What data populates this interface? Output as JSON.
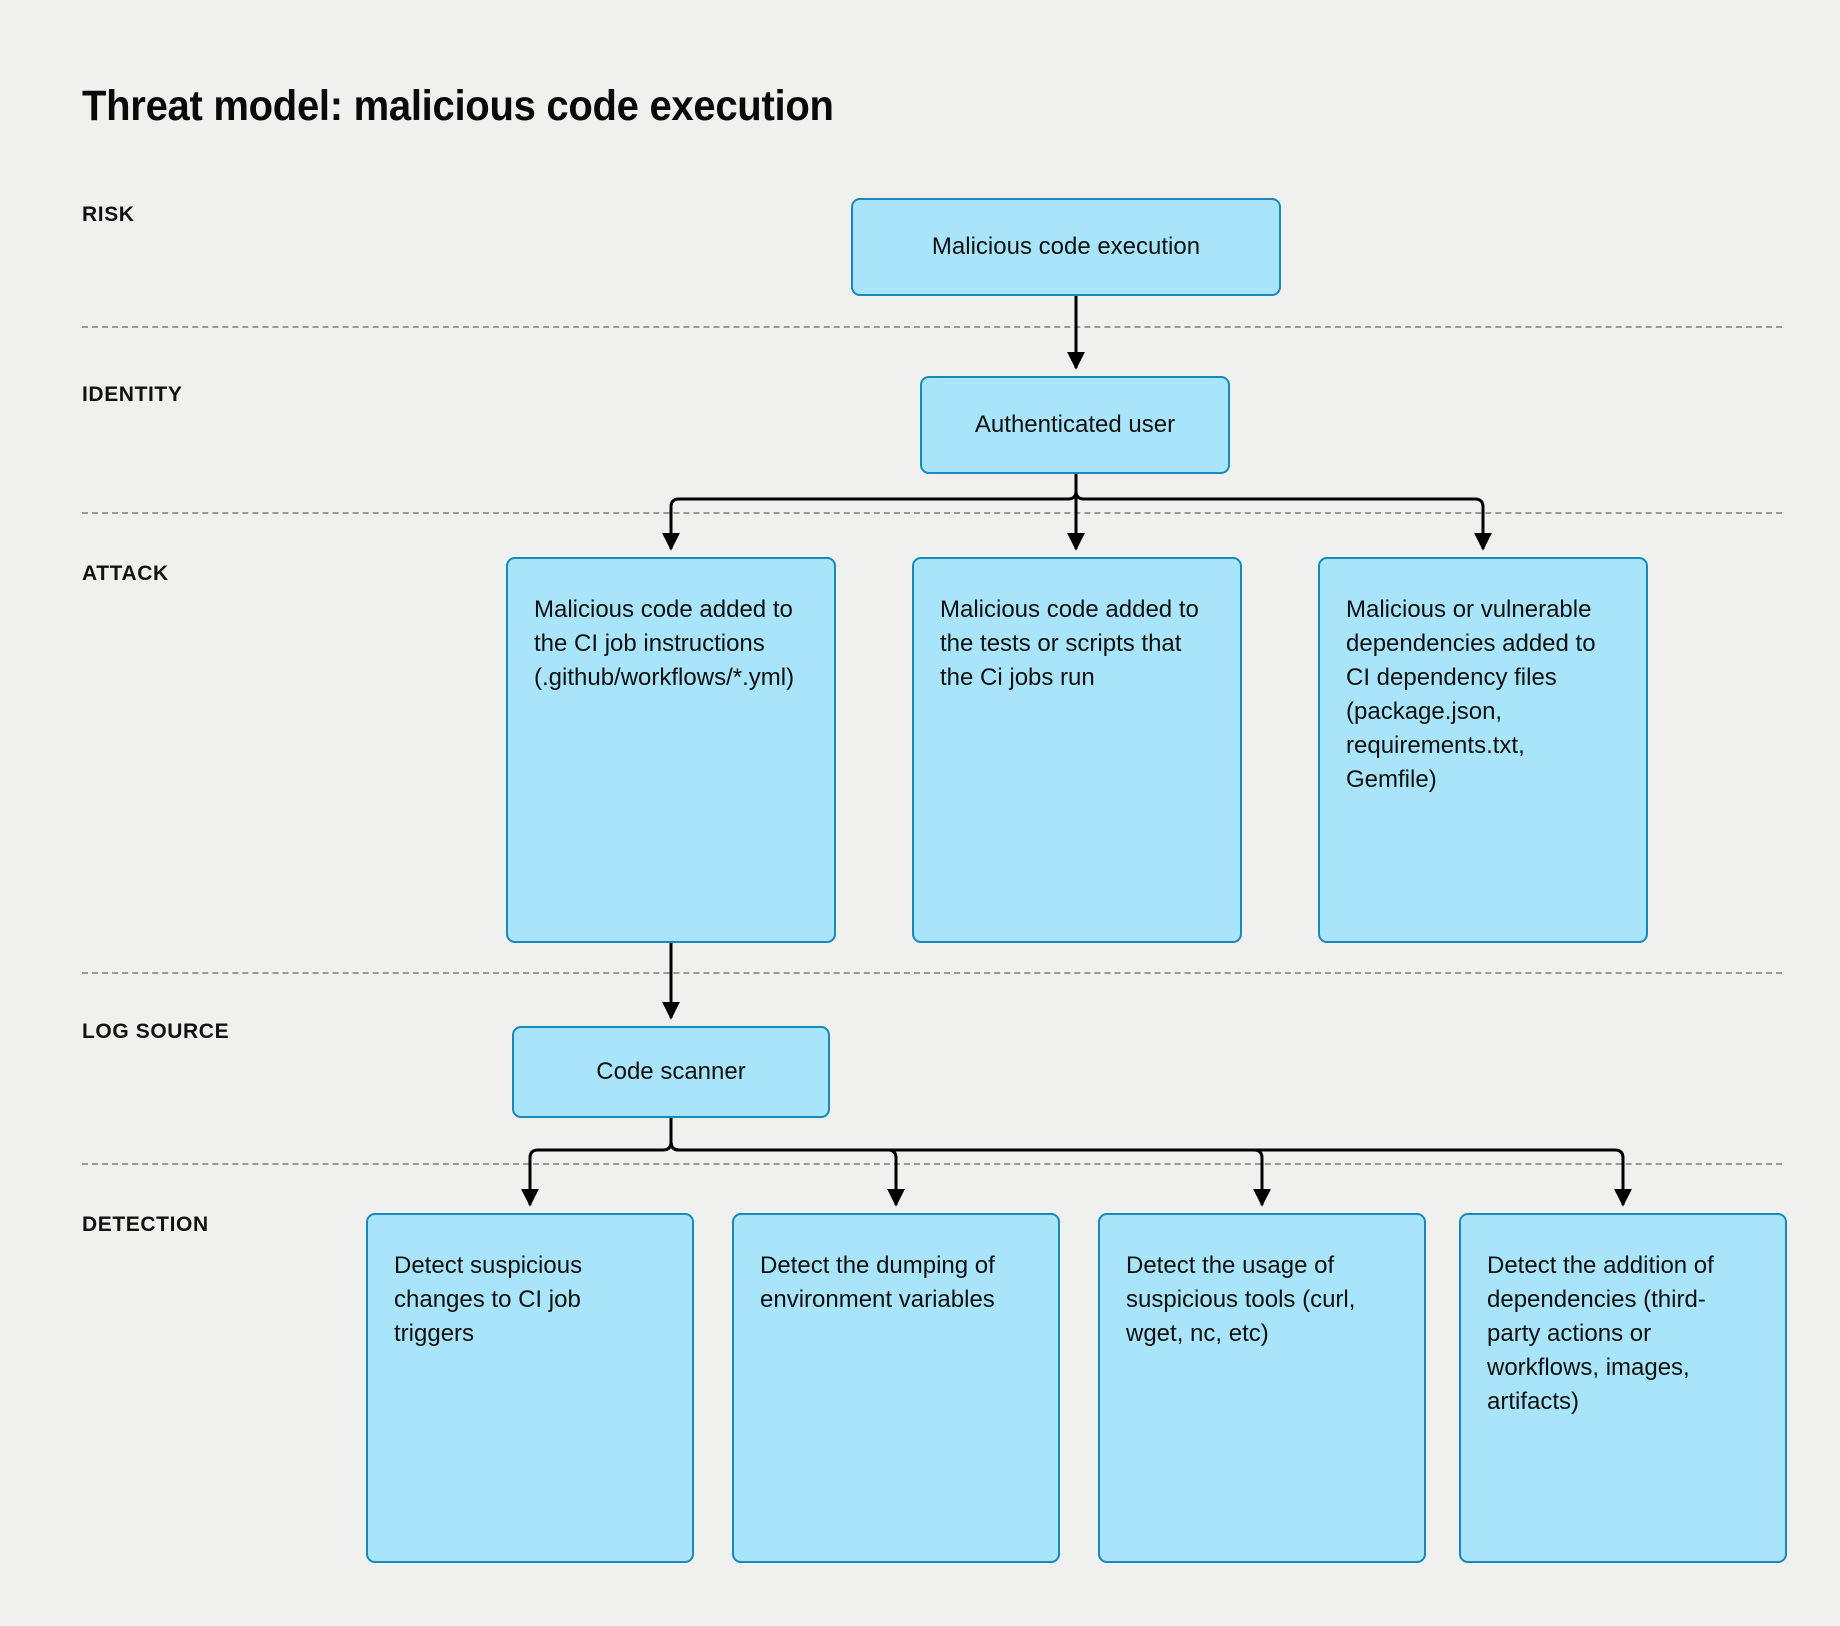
{
  "title": "Threat model: malicious code execution",
  "colors": {
    "background": "#F0F0EF",
    "node_fill": "#A8E5FB",
    "node_border": "#1789BB",
    "separator": "#9A9A9A",
    "connector": "#000000",
    "text": "#101010"
  },
  "rows": [
    {
      "key": "risk",
      "label": "RISK"
    },
    {
      "key": "identity",
      "label": "IDENTITY"
    },
    {
      "key": "attack",
      "label": "ATTACK"
    },
    {
      "key": "log_source",
      "label": "LOG SOURCE"
    },
    {
      "key": "detection",
      "label": "DETECTION"
    }
  ],
  "nodes": {
    "risk": [
      {
        "id": "risk-1",
        "label": "Malicious code execution"
      }
    ],
    "identity": [
      {
        "id": "identity-1",
        "label": "Authenticated user"
      }
    ],
    "attack": [
      {
        "id": "attack-1",
        "label": "Malicious code added to the CI job instructions (.github/workflows/*.yml)"
      },
      {
        "id": "attack-2",
        "label": "Malicious code added to the tests or scripts that the Ci jobs run"
      },
      {
        "id": "attack-3",
        "label": "Malicious or vulnerable dependencies added to CI dependency files (package.json, requirements.txt, Gemfile)"
      }
    ],
    "log_source": [
      {
        "id": "log-1",
        "label": "Code scanner"
      }
    ],
    "detection": [
      {
        "id": "detect-1",
        "label": "Detect suspicious changes to CI job triggers"
      },
      {
        "id": "detect-2",
        "label": "Detect the dumping of environment variables"
      },
      {
        "id": "detect-3",
        "label": "Detect the usage of suspicious tools (curl, wget, nc, etc)"
      },
      {
        "id": "detect-4",
        "label": "Detect the addition of dependencies (third-party actions or workflows, images, artifacts)"
      }
    ]
  },
  "edges": [
    {
      "from": "risk-1",
      "to": "identity-1"
    },
    {
      "from": "identity-1",
      "to": "attack-1"
    },
    {
      "from": "identity-1",
      "to": "attack-2"
    },
    {
      "from": "identity-1",
      "to": "attack-3"
    },
    {
      "from": "attack-1",
      "to": "log-1"
    },
    {
      "from": "log-1",
      "to": "detect-1"
    },
    {
      "from": "log-1",
      "to": "detect-2"
    },
    {
      "from": "log-1",
      "to": "detect-3"
    },
    {
      "from": "log-1",
      "to": "detect-4"
    }
  ]
}
